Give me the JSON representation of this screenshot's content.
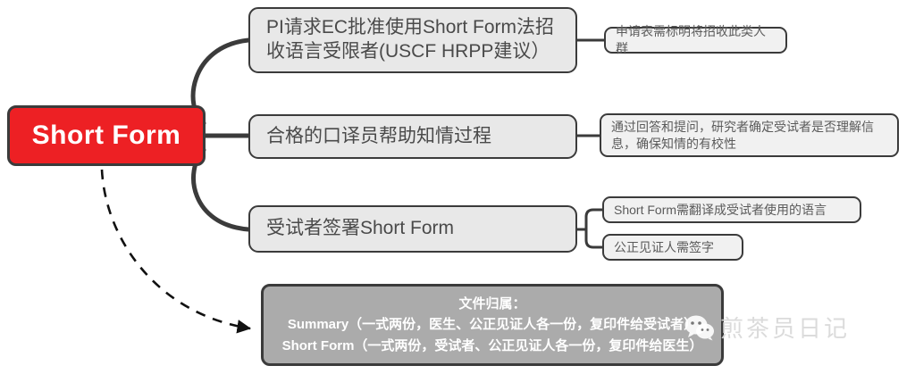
{
  "diagram": {
    "type": "mindmap",
    "title": "Short Form",
    "root": {
      "label": "Short Form",
      "color": "#ED2024",
      "text_color": "#FFFFFF"
    },
    "branches": [
      {
        "id": "branch-1",
        "label": "PI请求EC批准使用Short Form法招收语言受限者(USCF HRPP建议）",
        "leaves": [
          {
            "id": "leaf-1",
            "label": "申请表需标明将招收此类人群"
          }
        ]
      },
      {
        "id": "branch-2",
        "label": "合格的口译员帮助知情过程",
        "leaves": [
          {
            "id": "leaf-2",
            "label": "通过回答和提问，研究者确定受试者是否理解信息，确保知情的有校性"
          }
        ]
      },
      {
        "id": "branch-3",
        "label": "受试者签署Short Form",
        "leaves": [
          {
            "id": "leaf-3",
            "label": "Short Form需翻译成受试者使用的语言"
          },
          {
            "id": "leaf-4",
            "label": "公正见证人需签字"
          }
        ]
      }
    ],
    "summary_box": {
      "fill": "#ABABAB",
      "lines": [
        "文件归属：",
        "Summary（一式两份，医生、公正见证人各一份，复印件给受试者）",
        "Short Form（一式两份，受试者、公正见证人各一份，复印件给医生）"
      ]
    },
    "connectors": {
      "solid_color": "#3b3b3b",
      "dashed_note": "dashed curved arrow from root to summary box"
    },
    "watermark": {
      "text": "煎茶员日记",
      "icon": "wechat-icon",
      "color": "#d9d9d9"
    }
  }
}
